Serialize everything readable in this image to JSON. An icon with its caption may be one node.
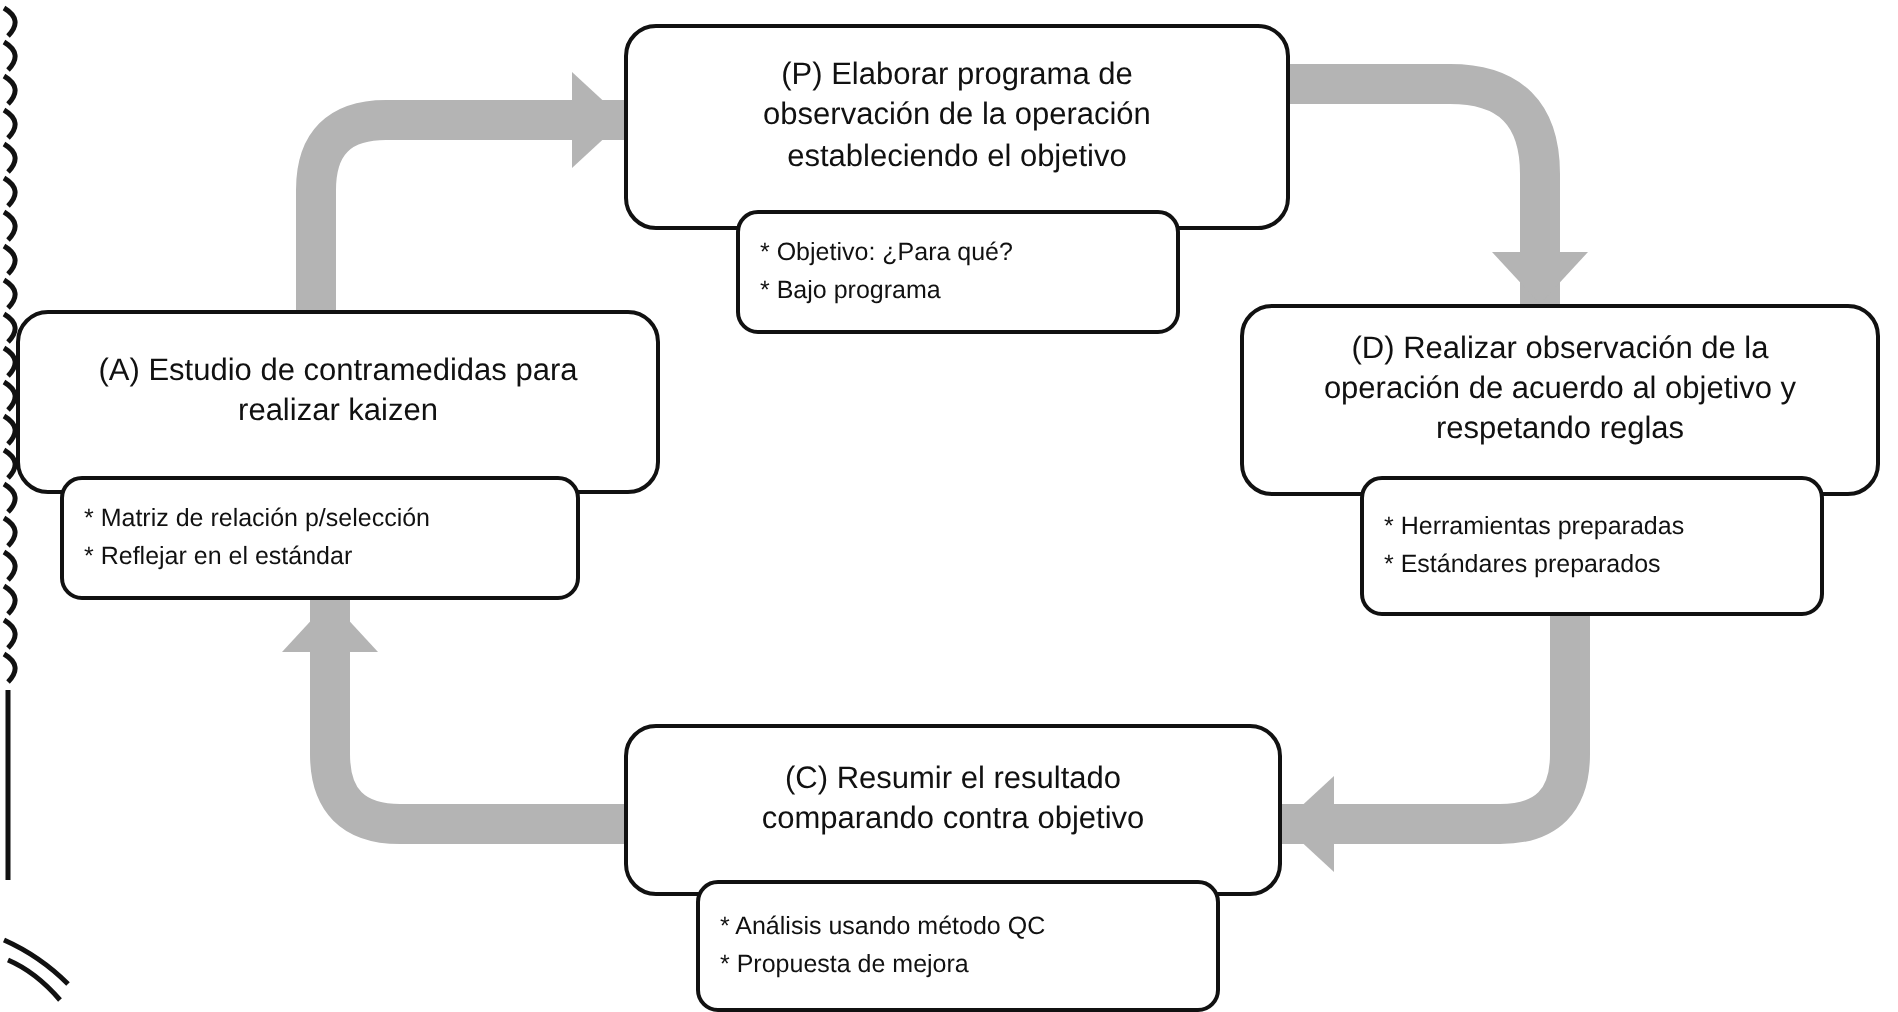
{
  "diagram": {
    "nodes": [
      {
        "text": [
          "(P) Elaborar programa de observación de la operación estableciendo el objetivo",
          "* Objetivo: ¿Para qué?",
          "* Bajo programa"
        ]
      },
      {
        "text": [
          "(A) Estudio de contramedidas para realizar kaizen",
          "* Matriz de relación p/selección",
          "* Reflejar en el estándar"
        ]
      },
      {
        "text": [
          "(D) Realizar observación de la operación de acuerdo al objetivo y respetando reglas",
          "* Herramientas preparadas",
          "* Estándares preparados"
        ]
      },
      {
        "text": [
          "(C) Resumir el resultado comparando contra objetivo",
          "* Análisis usando método QC",
          "* Propuesta de mejora"
        ]
      }
    ],
    "edges": [
      {
        "from": 1,
        "to": 0,
        "arrow": "to"
      },
      {
        "from": 0,
        "to": 2,
        "arrow": "to"
      },
      {
        "from": 2,
        "to": 3,
        "arrow": "to"
      },
      {
        "from": 3,
        "to": 1,
        "arrow": "to"
      }
    ]
  }
}
